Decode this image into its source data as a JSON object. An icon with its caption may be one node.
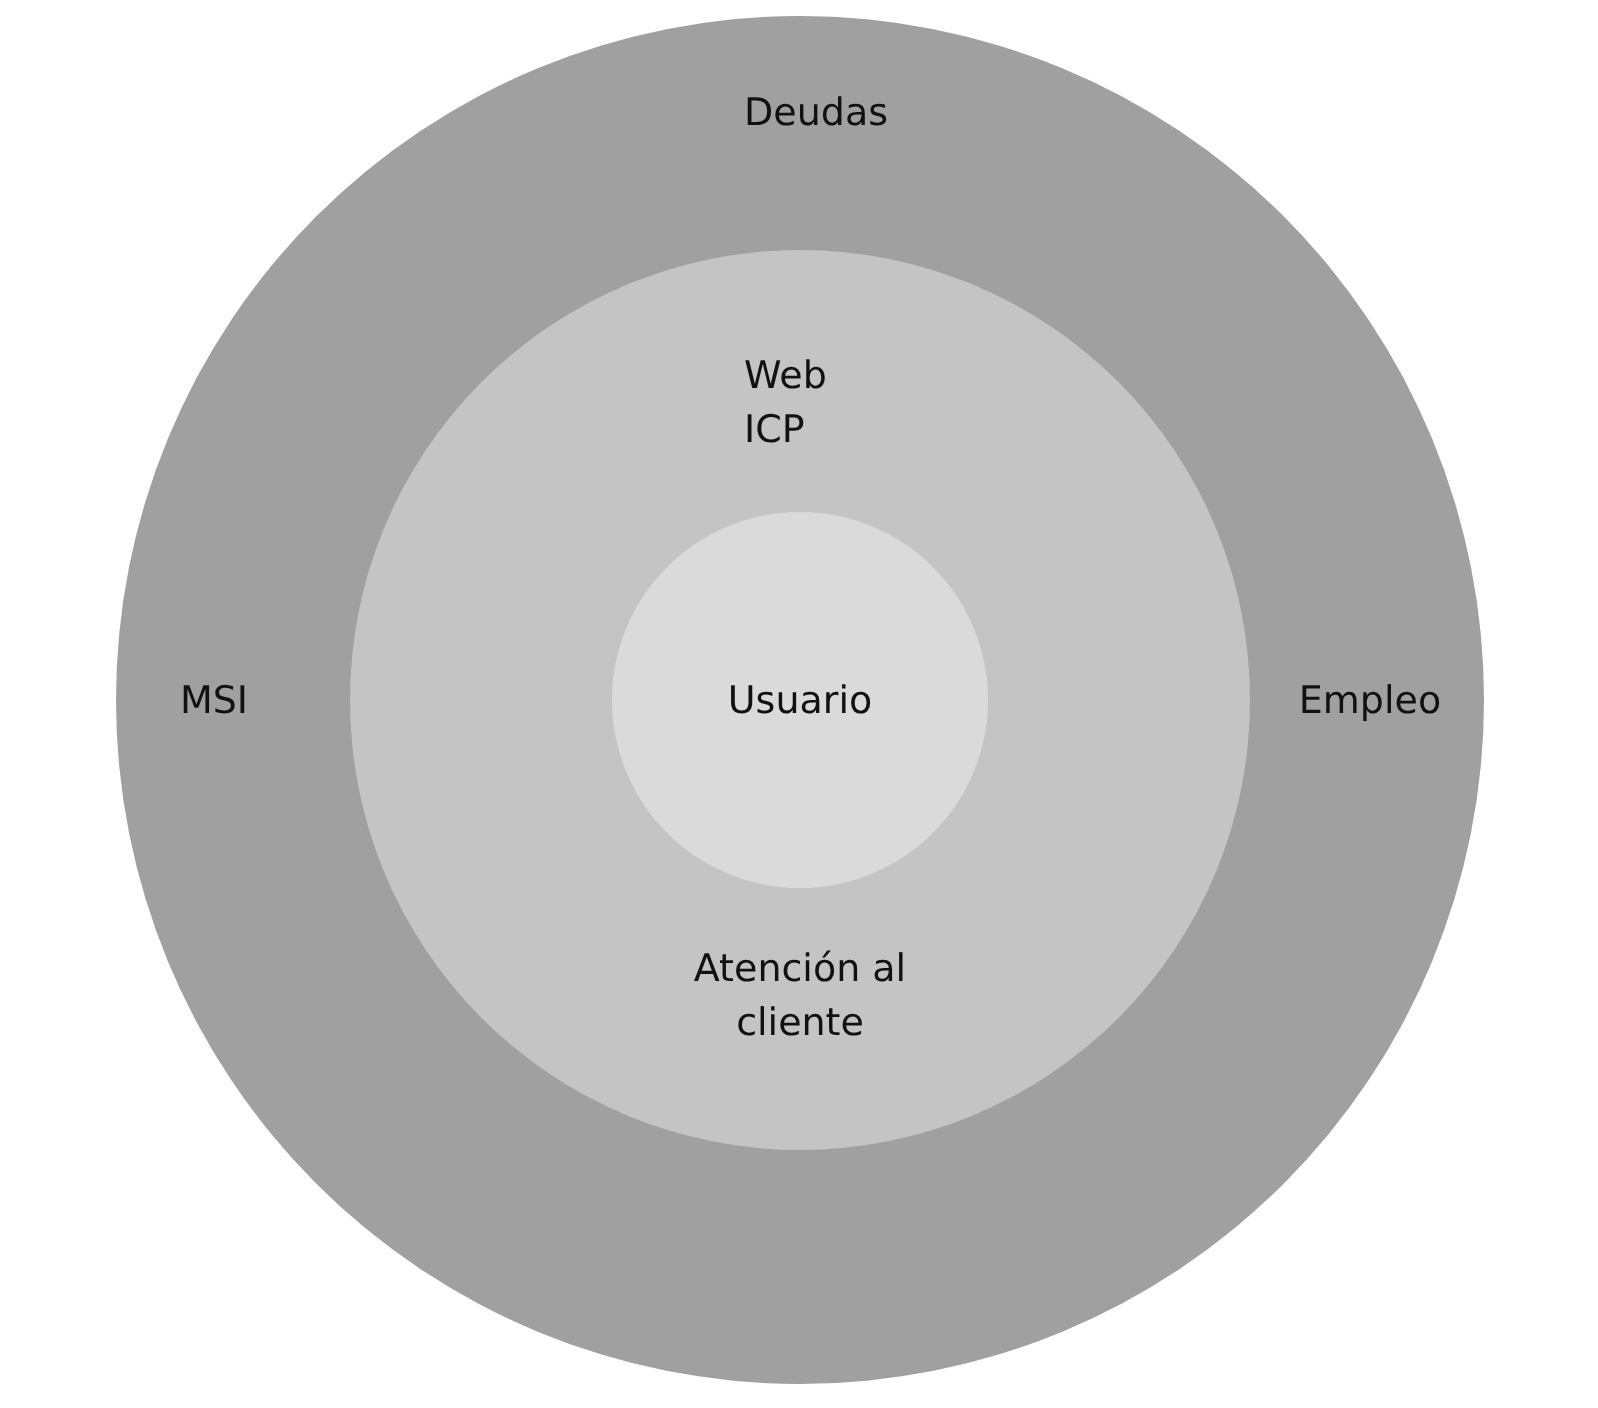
{
  "diagram": {
    "nodes": [
      {
        "text": [
          "Deudas",
          "MSI",
          "Empleo"
        ]
      },
      {
        "text": [
          "Web ICP",
          "Atención al cliente"
        ],
        "in": 0
      },
      {
        "text": [
          "Usuario"
        ],
        "in": 1
      }
    ]
  }
}
